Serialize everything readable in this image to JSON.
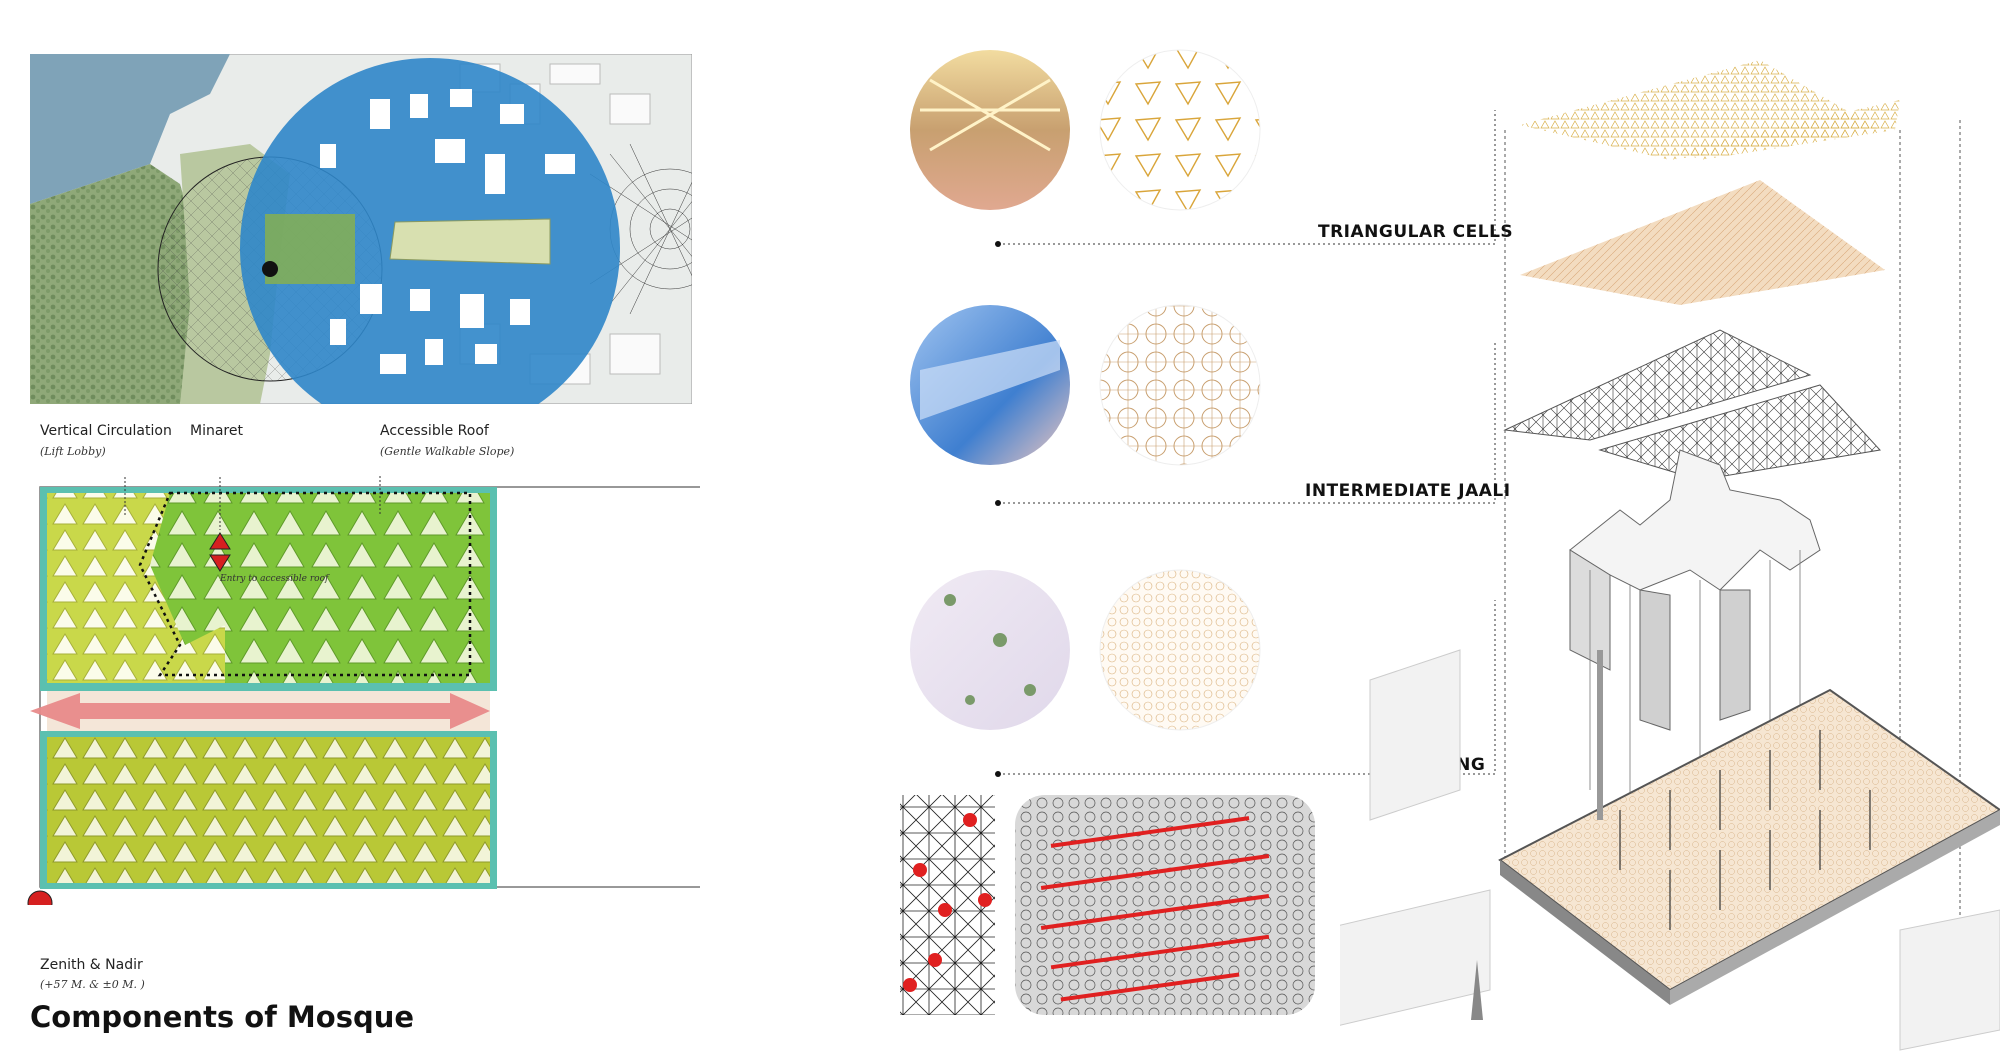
{
  "labels": {
    "vertical_circulation": "Vertical Circulation",
    "vertical_circulation_sub": "(Lift Lobby)",
    "minaret": "Minaret",
    "accessible_roof": "Accessible Roof",
    "accessible_roof_sub": "(Gentle Walkable Slope)",
    "entry_note": "Entry to accessible roof",
    "zenith_nadir": "Zenith & Nadir",
    "zenith_nadir_sub": "(+57 M. & ±0 M. )"
  },
  "title": "Components of Mosque",
  "categories": {
    "triangular_cells": "TRIANGULAR CELLS",
    "intermediate_jaali": "INTERMEDIATE JAALI",
    "flooring": "FLOORING"
  },
  "colors": {
    "site_blue": "#2f86c9",
    "roof_green": "#7fc43a",
    "lower_green": "#b9c836",
    "frame_teal": "#5bc0b0",
    "arrow_red": "#e88a8a",
    "marker_red": "#d62020",
    "wood": "#d9b07a"
  }
}
